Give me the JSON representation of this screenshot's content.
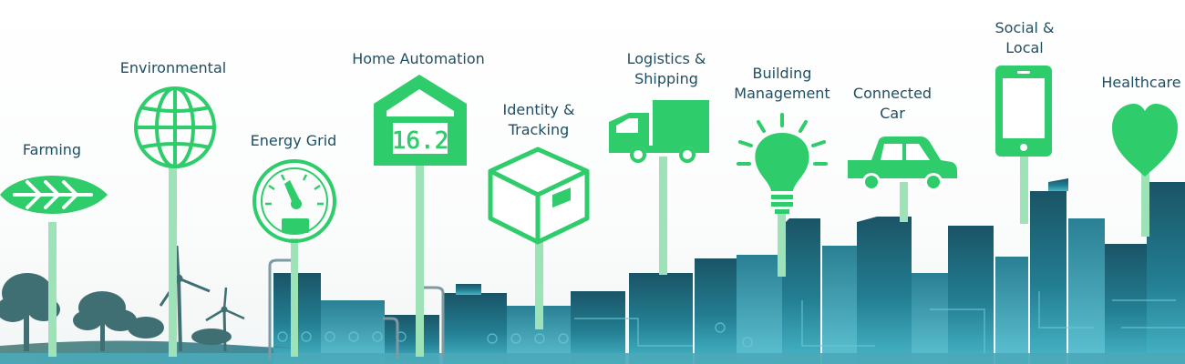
{
  "categories": [
    {
      "id": "farming",
      "label": "Farming",
      "icon": "leaf-icon"
    },
    {
      "id": "environmental",
      "label": "Environmental",
      "icon": "globe-icon"
    },
    {
      "id": "energy_grid",
      "label": "Energy Grid",
      "icon": "meter-gauge-icon"
    },
    {
      "id": "home_automation",
      "label": "Home Automation",
      "icon": "house-thermostat-icon",
      "display_value": "16.2"
    },
    {
      "id": "identity_tracking",
      "label_lines": [
        "Identity &",
        "Tracking"
      ],
      "icon": "package-box-icon"
    },
    {
      "id": "logistics_shipping",
      "label_lines": [
        "Logistics &",
        "Shipping"
      ],
      "icon": "delivery-truck-icon"
    },
    {
      "id": "building_management",
      "label_lines": [
        "Building",
        "Management"
      ],
      "icon": "light-bulb-icon"
    },
    {
      "id": "connected_car",
      "label_lines": [
        "Connected",
        "Car"
      ],
      "icon": "car-icon"
    },
    {
      "id": "social_local",
      "label_lines": [
        "Social &",
        "Local"
      ],
      "icon": "smartphone-icon"
    },
    {
      "id": "healthcare",
      "label": "Healthcare",
      "icon": "heart-icon"
    }
  ],
  "colors": {
    "icon_green": "#2ecc6a",
    "pole_green": "#9ee3b7",
    "label_text": "#1f4e63",
    "skyline_dark": "#1b5f6e",
    "skyline_teal": "#2a90a3",
    "skyline_light": "#46b3c6",
    "tree_color": "#3f6f73"
  }
}
